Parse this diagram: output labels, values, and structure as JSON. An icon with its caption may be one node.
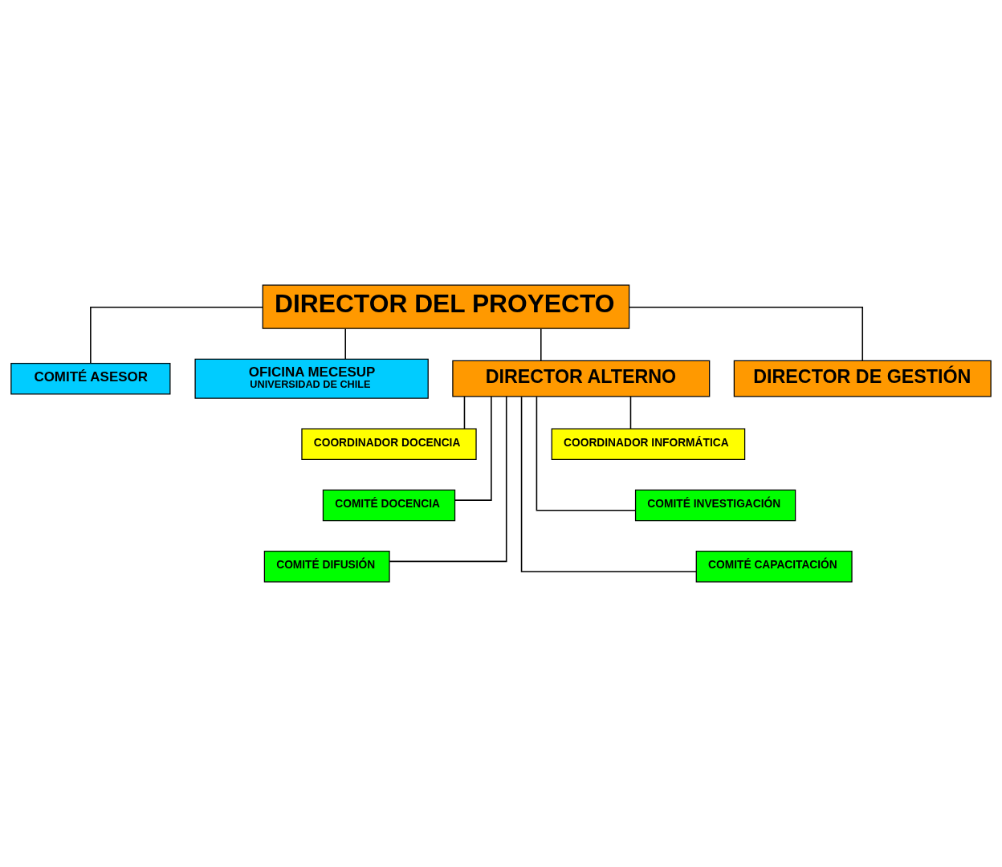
{
  "diagram": {
    "nodes": [
      {
        "text": [
          "DIRECTOR DEL PROYECTO"
        ]
      },
      {
        "text": [
          "COMITÉ ASESOR"
        ]
      },
      {
        "text": [
          "OFICINA MECESUP",
          "UNIVERSIDAD DE CHILE"
        ]
      },
      {
        "text": [
          "DIRECTOR ALTERNO"
        ]
      },
      {
        "text": [
          "DIRECTOR DE GESTIÓN"
        ]
      },
      {
        "text": [
          "COORDINADOR DOCENCIA"
        ]
      },
      {
        "text": [
          "COORDINADOR INFORMÁTICA"
        ]
      },
      {
        "text": [
          "COMITÉ DOCENCIA"
        ]
      },
      {
        "text": [
          "COMITÉ INVESTIGACIÓN"
        ]
      },
      {
        "text": [
          "COMITÉ DIFUSIÓN"
        ]
      },
      {
        "text": [
          "COMITÉ CAPACITACIÓN"
        ]
      }
    ],
    "edges": [
      {
        "from": 0,
        "to": 1,
        "arrow": "none"
      },
      {
        "from": 0,
        "to": 2,
        "arrow": "none"
      },
      {
        "from": 0,
        "to": 3,
        "arrow": "none"
      },
      {
        "from": 0,
        "to": 4,
        "arrow": "none"
      },
      {
        "from": 3,
        "to": 5,
        "arrow": "none"
      },
      {
        "from": 3,
        "to": 6,
        "arrow": "none"
      },
      {
        "from": 3,
        "to": 7,
        "arrow": "none"
      },
      {
        "from": 3,
        "to": 8,
        "arrow": "none"
      },
      {
        "from": 3,
        "to": 9,
        "arrow": "none"
      },
      {
        "from": 3,
        "to": 10,
        "arrow": "none"
      }
    ]
  }
}
